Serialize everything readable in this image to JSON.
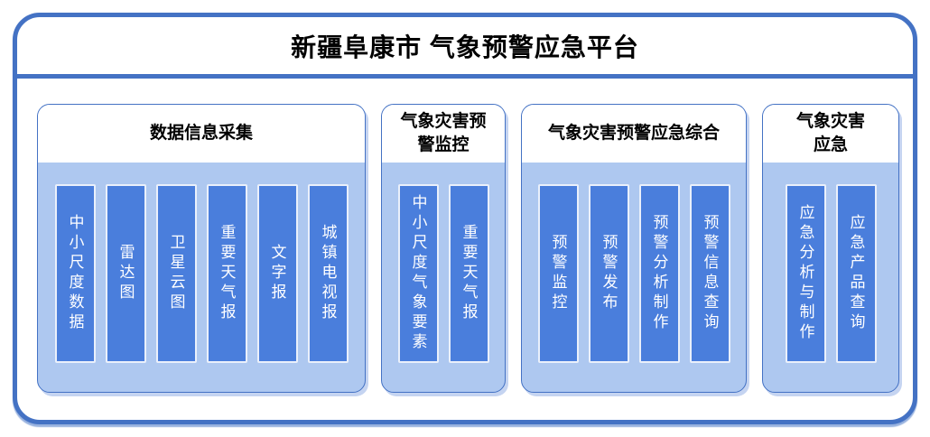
{
  "platform": {
    "title": "新疆阜康市 气象预警应急平台"
  },
  "colors": {
    "frame_border": "#4472C4",
    "group_border": "#4472C4",
    "group_body_background": "#AEC8F0",
    "group_header_background": "#FFFFFF",
    "item_fill": "#4A7EDC",
    "item_border": "#EAF0FB",
    "item_text": "#FFFFFF",
    "header_text": "#000000"
  },
  "groups": [
    {
      "id": "data-collection",
      "title": "数据信息采集",
      "items": [
        "中小尺度数据",
        "雷达图",
        "卫星云图",
        "重要天气报",
        "文字报",
        "城镇电视报"
      ]
    },
    {
      "id": "disaster-warning-monitoring",
      "title": "气象灾害预\n警监控",
      "items": [
        "中小尺度气象要素",
        "重要天气报"
      ]
    },
    {
      "id": "warning-emergency-comprehensive",
      "title": "气象灾害预警应急综合",
      "items": [
        "预警监控",
        "预警发布",
        "预警分析制作",
        "预警信息查询"
      ]
    },
    {
      "id": "disaster-emergency",
      "title": "气象灾害\n应急",
      "items": [
        "应急分析与制作",
        "应急产品查询"
      ]
    }
  ]
}
